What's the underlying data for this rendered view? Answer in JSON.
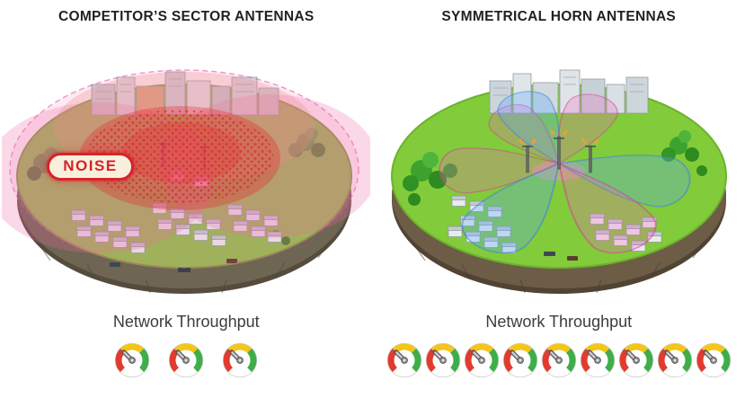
{
  "panels": [
    {
      "id": "competitor",
      "title": "COMPETITOR’S SECTOR ANTENNAS",
      "noise_label": "NOISE",
      "throughput_label": "Network Throughput",
      "gauge_count": 3
    },
    {
      "id": "symmetrical",
      "title": "SYMMETRICAL HORN ANTENNAS",
      "throughput_label": "Network Throughput",
      "gauge_count": 9
    }
  ],
  "icons": {
    "gauge": "speedometer-gauge-icon"
  },
  "colors": {
    "background": "#ffffff",
    "title_text": "#231f20",
    "throughput_text": "#3c3c3c",
    "noise_red": "#d6232a",
    "noise_badge_bg": "#f8f0dd",
    "island_green_left": "#93bd4e",
    "island_green_right": "#82cb3a",
    "coverage_pink": "#f06aa8",
    "noise_fill": "#ed1c24",
    "beam_blue": "#58aaff",
    "beam_pink": "#f45fc0",
    "gauge_red": "#e23b2e",
    "gauge_yellow": "#f5c518",
    "gauge_green": "#3fae49",
    "gauge_needle": "#cccccc"
  }
}
